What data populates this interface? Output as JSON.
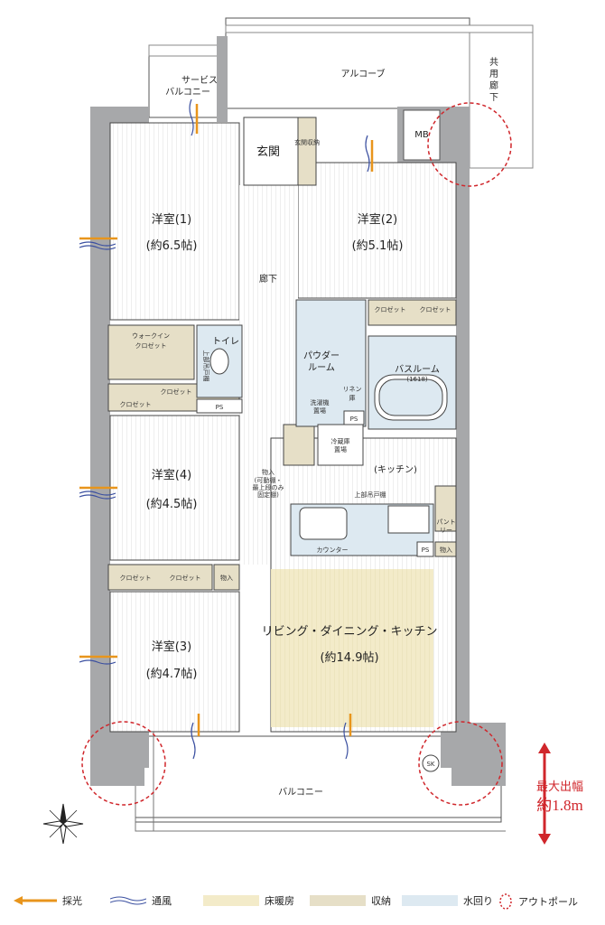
{
  "rooms": {
    "service_balcony": [
      "サービス",
      "バルコニー"
    ],
    "alcove": "アルコーブ",
    "shared_corridor": [
      "共",
      "用",
      "廊",
      "下"
    ],
    "mb": "MB",
    "entrance": "玄関",
    "entrance_storage": "玄関収納",
    "western1": {
      "name": "洋室(1)",
      "size": "(約6.5帖)"
    },
    "western2": {
      "name": "洋室(2)",
      "size": "(約5.1帖)"
    },
    "western3": {
      "name": "洋室(3)",
      "size": "(約4.7帖)"
    },
    "western4": {
      "name": "洋室(4)",
      "size": "(約4.5帖)"
    },
    "hallway": "廊下",
    "walk_in_closet": [
      "ウォークイン",
      "クロゼット"
    ],
    "closet": "クロゼット",
    "toilet": "トイレ",
    "upper_cabinet": "上部吊戸棚",
    "ps": "PS",
    "powder_room": [
      "パウダー",
      "ルーム"
    ],
    "washer": [
      "洗濯機",
      "置場"
    ],
    "linen": [
      "リネン",
      "庫"
    ],
    "bathroom": "バスルーム",
    "bath_size": "(1618)",
    "fridge": [
      "冷蔵庫",
      "置場"
    ],
    "storage_note": [
      "物入",
      "(可動棚・",
      "最上段のみ",
      "固定棚)"
    ],
    "kitchen": "(キッチン)",
    "counter": "カウンター",
    "pantry": [
      "パント",
      "リー"
    ],
    "storage": "物入",
    "ldk": {
      "name": "リビング・ダイニング・キッチン",
      "size": "(約14.9帖)"
    },
    "balcony": "バルコニー"
  },
  "balcony_depth": {
    "label": "最大出幅",
    "value": "約1.8m"
  },
  "sk": "SK",
  "legend": [
    {
      "label": "採光",
      "icon": "light-arrow-icon",
      "color": "#e8951c"
    },
    {
      "label": "通風",
      "icon": "ventilation-wave-icon",
      "color": "#3a4fa0"
    },
    {
      "label": "床暖房",
      "color": "#f3ebc9"
    },
    {
      "label": "収納",
      "color": "#e6dfc7"
    },
    {
      "label": "水回り",
      "color": "#dde9f1"
    },
    {
      "label": "アウトポール",
      "icon": "dashed-circle-icon",
      "color": "#d0262b"
    }
  ],
  "colors": {
    "wall": "#a7a8aa",
    "floor_heating": "#f3ebc9",
    "storage": "#e6dfc7",
    "wet": "#dde9f1",
    "accent": "#d0262b",
    "arrow": "#e8951c"
  }
}
